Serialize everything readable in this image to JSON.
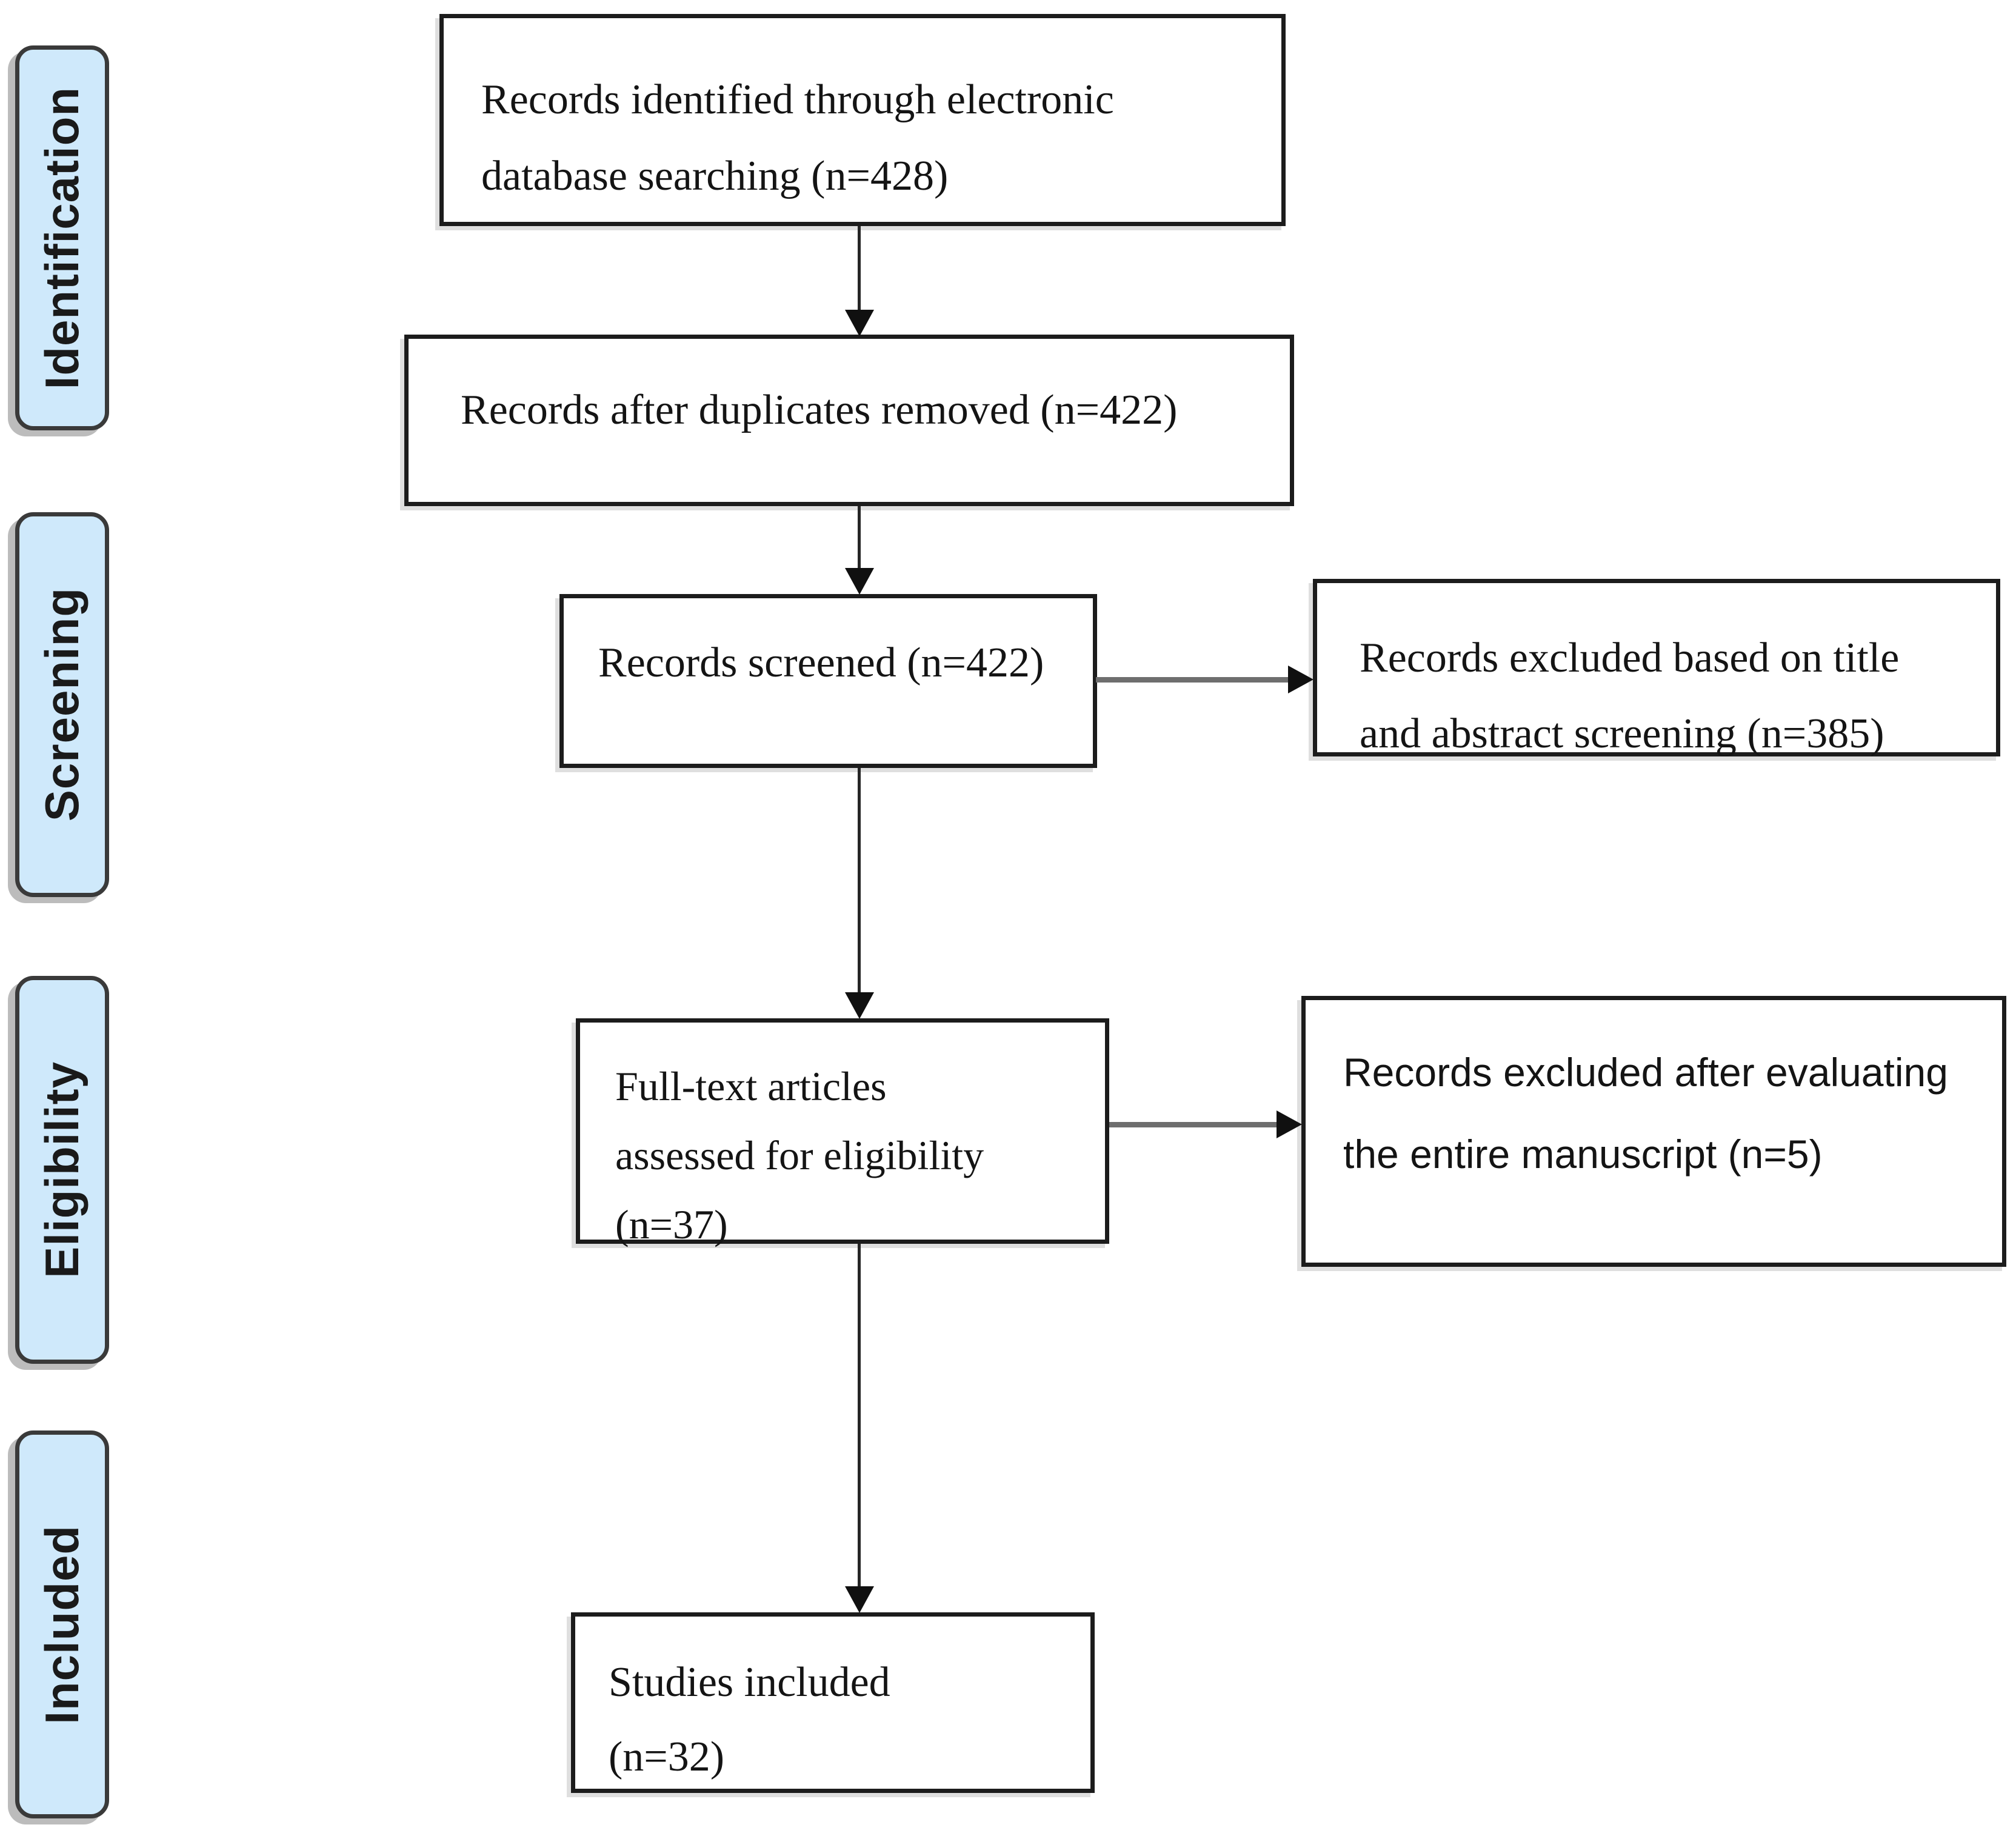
{
  "diagram": {
    "kind": "PRISMA study selection flow diagram",
    "colors": {
      "stage_fill": "#cfe9fb",
      "stage_border": "#3a3a3a",
      "box_border": "#1c1c1c",
      "text": "#141414",
      "vertical_arrow": "#262626",
      "horizontal_connector": "#6e6e6e"
    }
  },
  "stages": [
    {
      "label": "Identification"
    },
    {
      "label": "Screening"
    },
    {
      "label": "Eligibility"
    },
    {
      "label": "Included"
    }
  ],
  "flow": {
    "identified": {
      "text": "Records identified through electronic\ndatabase searching (n=428)",
      "n": 428
    },
    "deduplicated": {
      "text": "Records after duplicates removed (n=422)",
      "n": 422
    },
    "screened": {
      "text": "Records screened (n=422)",
      "n": 422
    },
    "excluded_title": {
      "text": "Records excluded based on title\nand abstract screening (n=385)",
      "n": 385
    },
    "fulltext": {
      "text": "Full-text articles\nassessed for eligibility\n(n=37)",
      "n": 37
    },
    "excluded_manuscript": {
      "text": "Records excluded after evaluating\nthe entire manuscript (n=5)",
      "n": 5
    },
    "included": {
      "text": "Studies included\n(n=32)",
      "n": 32
    }
  }
}
